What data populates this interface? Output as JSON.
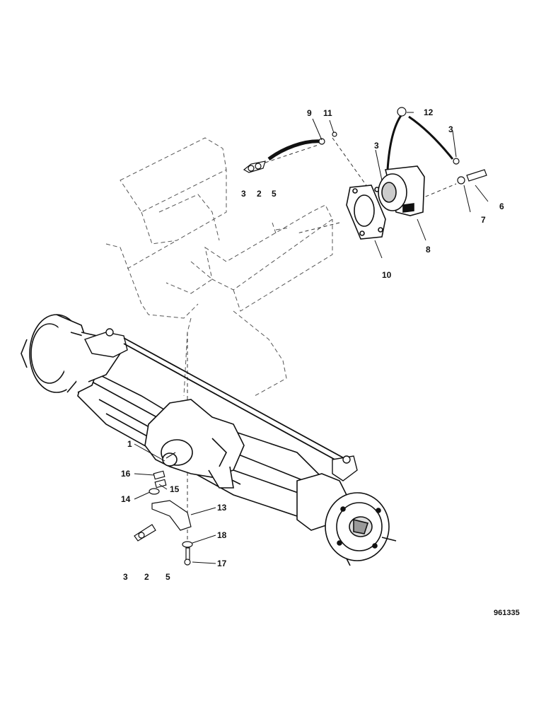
{
  "reference": "961335",
  "callouts": [
    {
      "id": "c9",
      "text": "9"
    },
    {
      "id": "c11",
      "text": "11"
    },
    {
      "id": "c12",
      "text": "12"
    },
    {
      "id": "c3a",
      "text": "3"
    },
    {
      "id": "c3b",
      "text": "3"
    },
    {
      "id": "c3c",
      "text": "3"
    },
    {
      "id": "c2a",
      "text": "2"
    },
    {
      "id": "c5a",
      "text": "5"
    },
    {
      "id": "c6",
      "text": "6"
    },
    {
      "id": "c7",
      "text": "7"
    },
    {
      "id": "c8",
      "text": "8"
    },
    {
      "id": "c10",
      "text": "10"
    },
    {
      "id": "c1",
      "text": "1"
    },
    {
      "id": "c16",
      "text": "16"
    },
    {
      "id": "c15",
      "text": "15"
    },
    {
      "id": "c14",
      "text": "14"
    },
    {
      "id": "c13",
      "text": "13"
    },
    {
      "id": "c18",
      "text": "18"
    },
    {
      "id": "c17",
      "text": "17"
    },
    {
      "id": "c3d",
      "text": "3"
    },
    {
      "id": "c2b",
      "text": "2"
    },
    {
      "id": "c5b",
      "text": "5"
    }
  ]
}
